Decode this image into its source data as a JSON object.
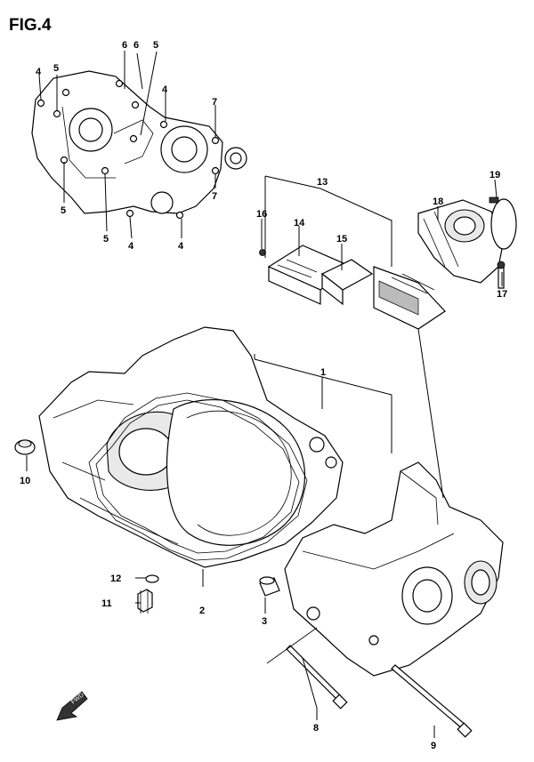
{
  "figure": {
    "title": "FIG.4"
  },
  "callouts": [
    {
      "id": "c-6a",
      "label": "6"
    },
    {
      "id": "c-6b",
      "label": "6"
    },
    {
      "id": "c-5a",
      "label": "5"
    },
    {
      "id": "c-4a",
      "label": "4"
    },
    {
      "id": "c-5b",
      "label": "5"
    },
    {
      "id": "c-4b",
      "label": "4"
    },
    {
      "id": "c-7a",
      "label": "7"
    },
    {
      "id": "c-5c",
      "label": "5"
    },
    {
      "id": "c-5d",
      "label": "5"
    },
    {
      "id": "c-4c",
      "label": "4"
    },
    {
      "id": "c-4d",
      "label": "4"
    },
    {
      "id": "c-7b",
      "label": "7"
    },
    {
      "id": "c-13",
      "label": "13"
    },
    {
      "id": "c-16",
      "label": "16"
    },
    {
      "id": "c-14",
      "label": "14"
    },
    {
      "id": "c-15",
      "label": "15"
    },
    {
      "id": "c-18",
      "label": "18"
    },
    {
      "id": "c-19",
      "label": "19"
    },
    {
      "id": "c-17",
      "label": "17"
    },
    {
      "id": "c-1",
      "label": "1"
    },
    {
      "id": "c-10",
      "label": "10"
    },
    {
      "id": "c-12",
      "label": "12"
    },
    {
      "id": "c-11",
      "label": "11"
    },
    {
      "id": "c-2",
      "label": "2"
    },
    {
      "id": "c-3",
      "label": "3"
    },
    {
      "id": "c-8",
      "label": "8"
    },
    {
      "id": "c-9",
      "label": "9"
    }
  ],
  "fwd_marker": {
    "label": "FWD"
  }
}
